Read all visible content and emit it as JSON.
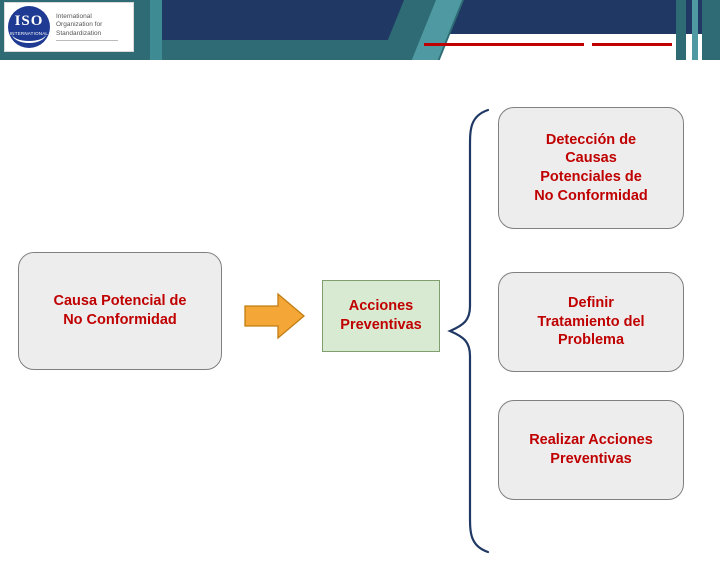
{
  "header": {
    "logo": {
      "mark_text": "ISO",
      "mark_subtext": "INTERNATIONAL",
      "line1": "International",
      "line2": "Organization for",
      "line3": "Standardization"
    },
    "colors": {
      "navy": "#1f3864",
      "teal": "#2e6b74",
      "teal_light": "#4f9aa2",
      "rule_red": "#c00000"
    }
  },
  "diagram": {
    "type": "process-flow",
    "text_color": "#c00000",
    "nodes": [
      {
        "id": "cause",
        "label": "Causa Potencial de No Conformidad",
        "line1": "Causa Potencial de",
        "line2": "No Conformidad",
        "fill": "#ededed",
        "border": "#808080",
        "shape": "rounded-rect"
      },
      {
        "id": "acciones",
        "label": "Acciones Preventivas",
        "line1": "Acciones",
        "line2": "Preventivas",
        "fill": "#d9ead3",
        "border": "#7f9f6f",
        "shape": "rect"
      },
      {
        "id": "deteccion",
        "label": "Detección de Causas Potenciales de No Conformidad",
        "line1": "Detección de",
        "line2": "Causas",
        "line3": "Potenciales de",
        "line4": "No Conformidad",
        "fill": "#ededed",
        "border": "#808080",
        "shape": "rounded-rect"
      },
      {
        "id": "definir",
        "label": "Definir Tratamiento del Problema",
        "line1": "Definir",
        "line2": "Tratamiento del",
        "line3": "Problema",
        "fill": "#ededed",
        "border": "#808080",
        "shape": "rounded-rect"
      },
      {
        "id": "realizar",
        "label": "Realizar Acciones Preventivas",
        "line1": "Realizar Acciones",
        "line2": "Preventivas",
        "fill": "#ededed",
        "border": "#808080",
        "shape": "rounded-rect"
      }
    ],
    "connectors": [
      {
        "id": "arrow-cause-to-acciones",
        "kind": "block-arrow-right",
        "fill": "#f4a636",
        "border": "#c07d12"
      },
      {
        "id": "brace-acciones-to-steps",
        "kind": "curly-brace-right",
        "stroke": "#1f3864"
      }
    ]
  }
}
